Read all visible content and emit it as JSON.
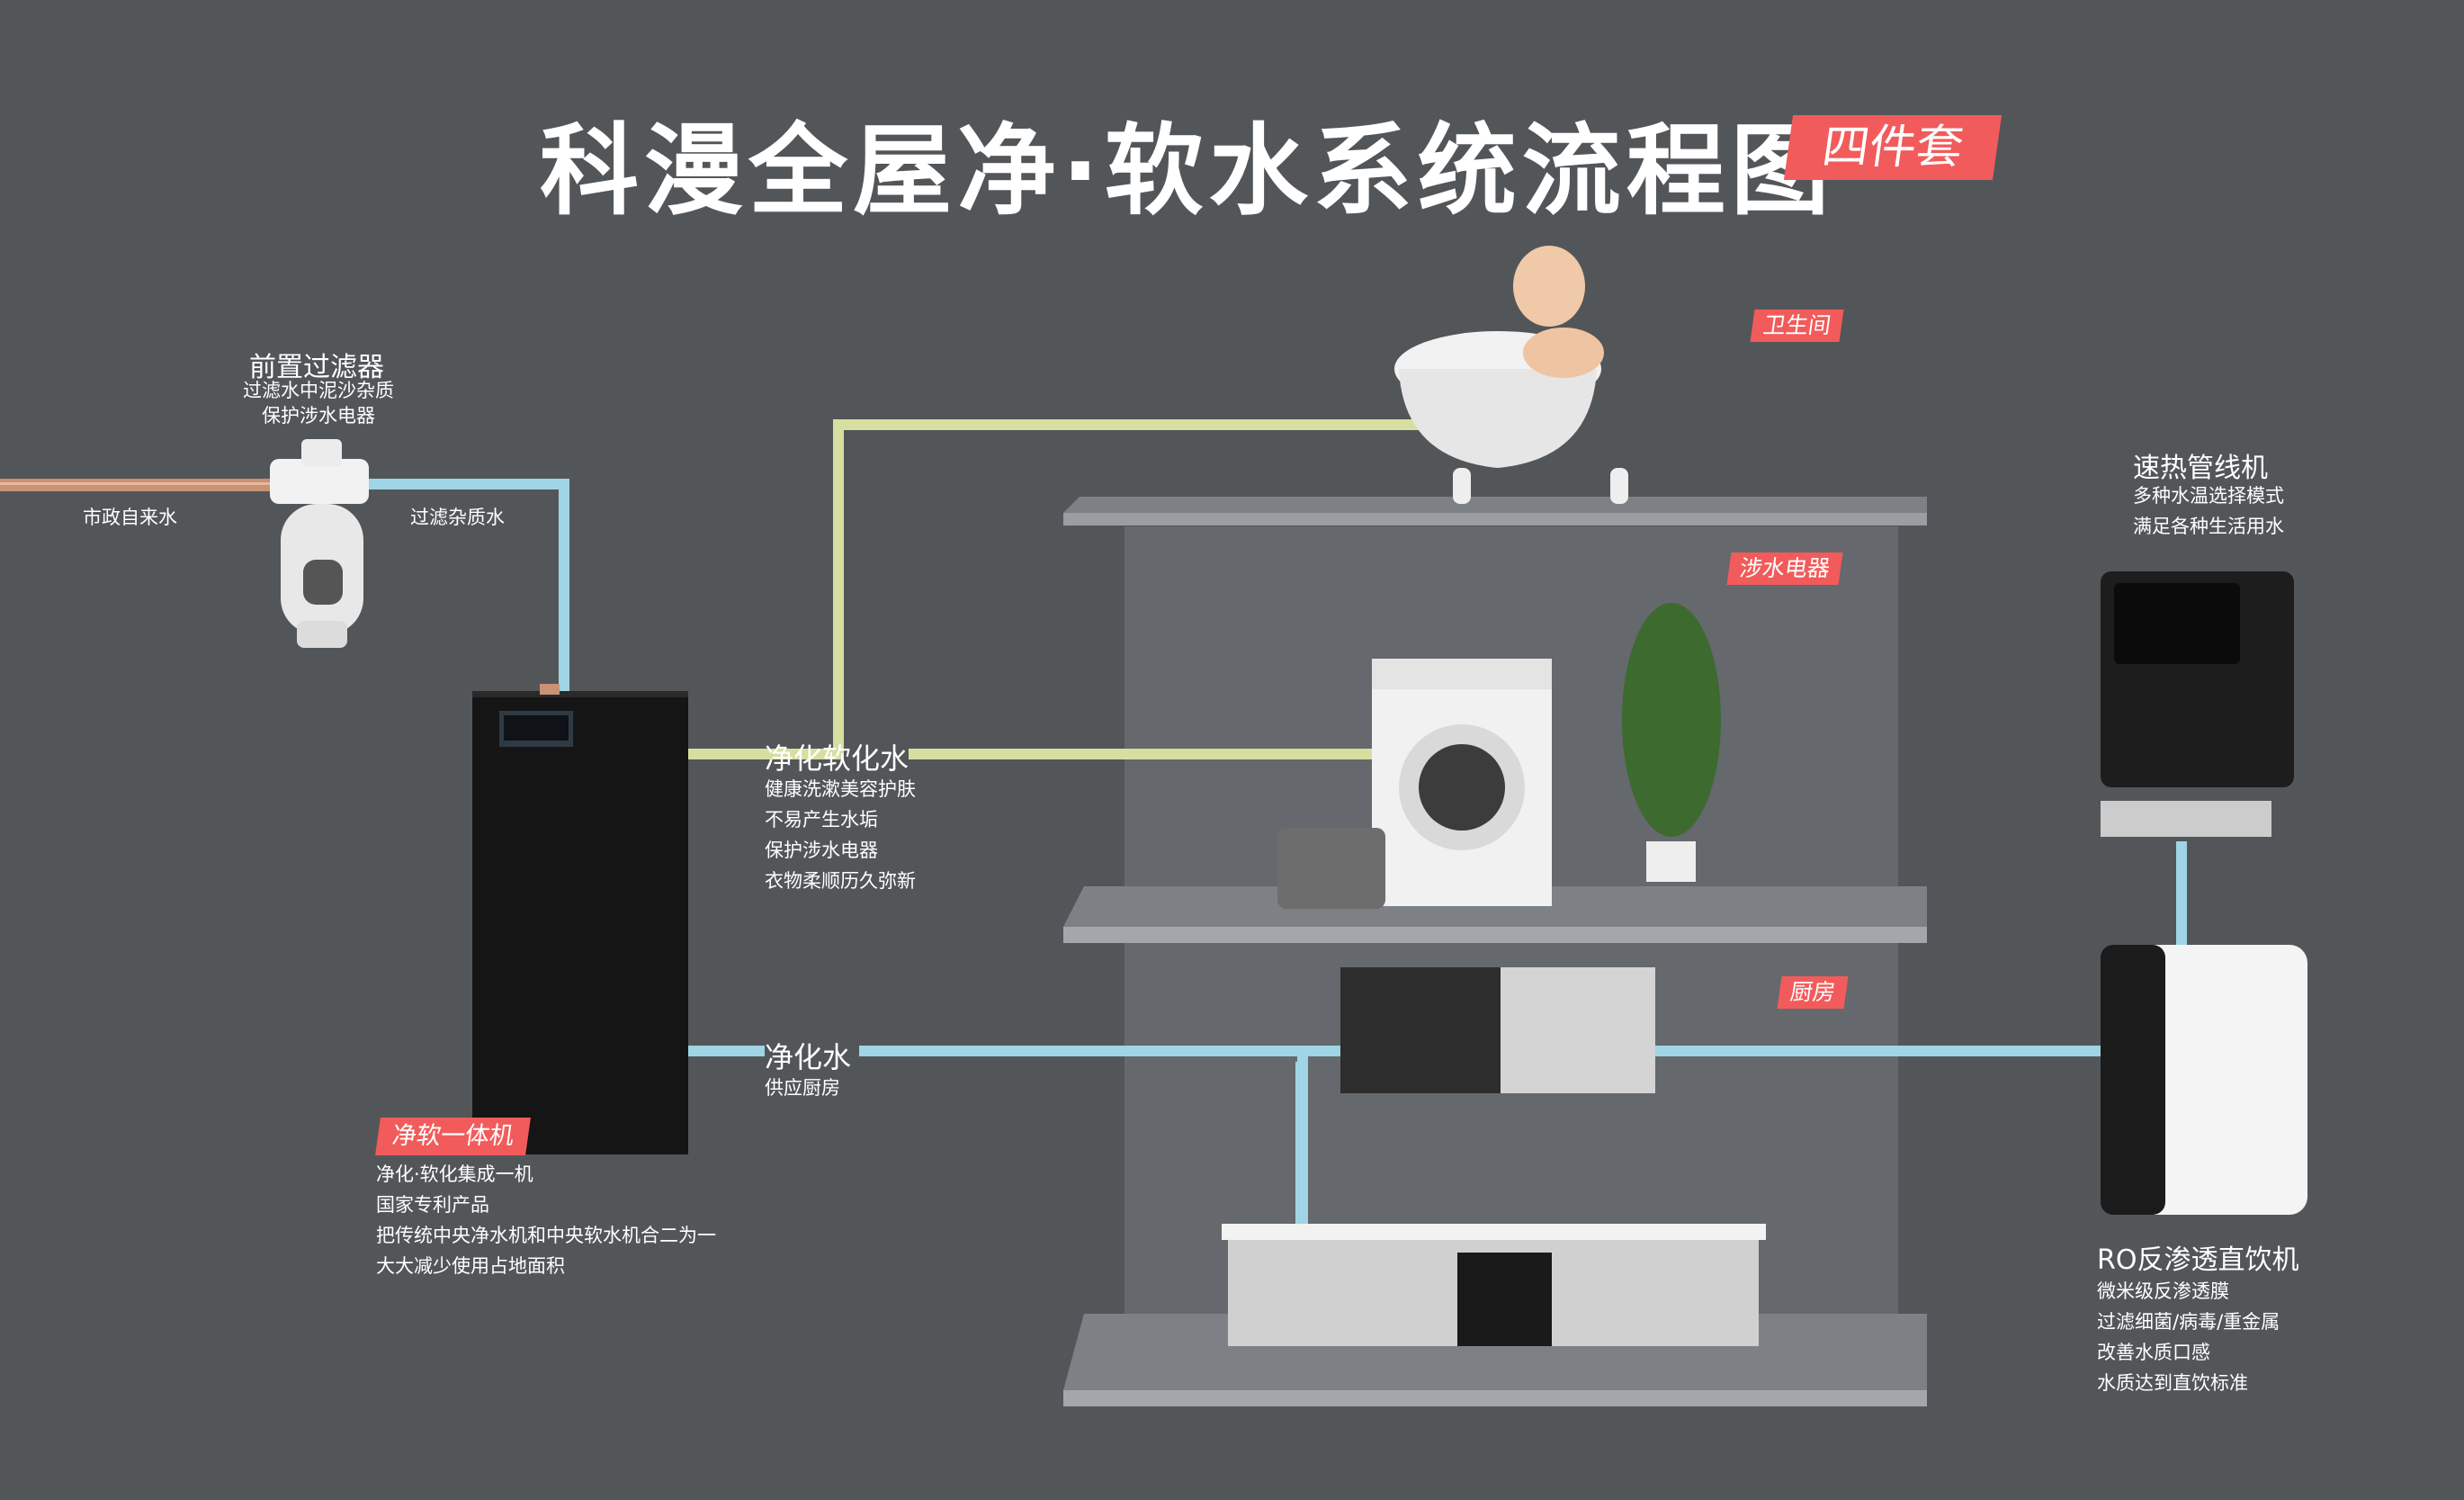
{
  "title": "科漫全屋净·软水系统流程图",
  "set_badge": "四件套",
  "pre_filter": {
    "title": "前置过滤器",
    "lines": [
      "过滤水中泥沙杂质",
      "保护涉水电器"
    ]
  },
  "pipe_labels": {
    "municipal": "市政自来水",
    "filtered": "过滤杂质水"
  },
  "soft_water": {
    "title": "净化软化水",
    "lines": [
      "健康洗漱美容护肤",
      "不易产生水垢",
      "保护涉水电器",
      "衣物柔顺历久弥新"
    ]
  },
  "pure_water": {
    "title": "净化水",
    "lines": [
      "供应厨房"
    ]
  },
  "integrated": {
    "badge": "净软一体机",
    "lines": [
      "净化·软化集成一机",
      "国家专利产品",
      "把传统中央净水机和中央软水机合二为一",
      "大大减少使用占地面积"
    ]
  },
  "rooms": {
    "bathroom": "卫生间",
    "appliances": "涉水电器",
    "kitchen": "厨房"
  },
  "heater": {
    "title": "速热管线机",
    "lines": [
      "多种水温选择模式",
      "满足各种生活用水"
    ]
  },
  "ro": {
    "title": "RO反渗透直饮机",
    "lines": [
      "微米级反渗透膜",
      "过滤细菌/病毒/重金属",
      "改善水质口感",
      "水质达到直饮标准"
    ]
  },
  "colors": {
    "background": "#535659",
    "accent": "#f25b5b",
    "pipe_copper": "#c89274",
    "pipe_blue": "#9fd5e4",
    "pipe_green": "#d6dfa0"
  }
}
